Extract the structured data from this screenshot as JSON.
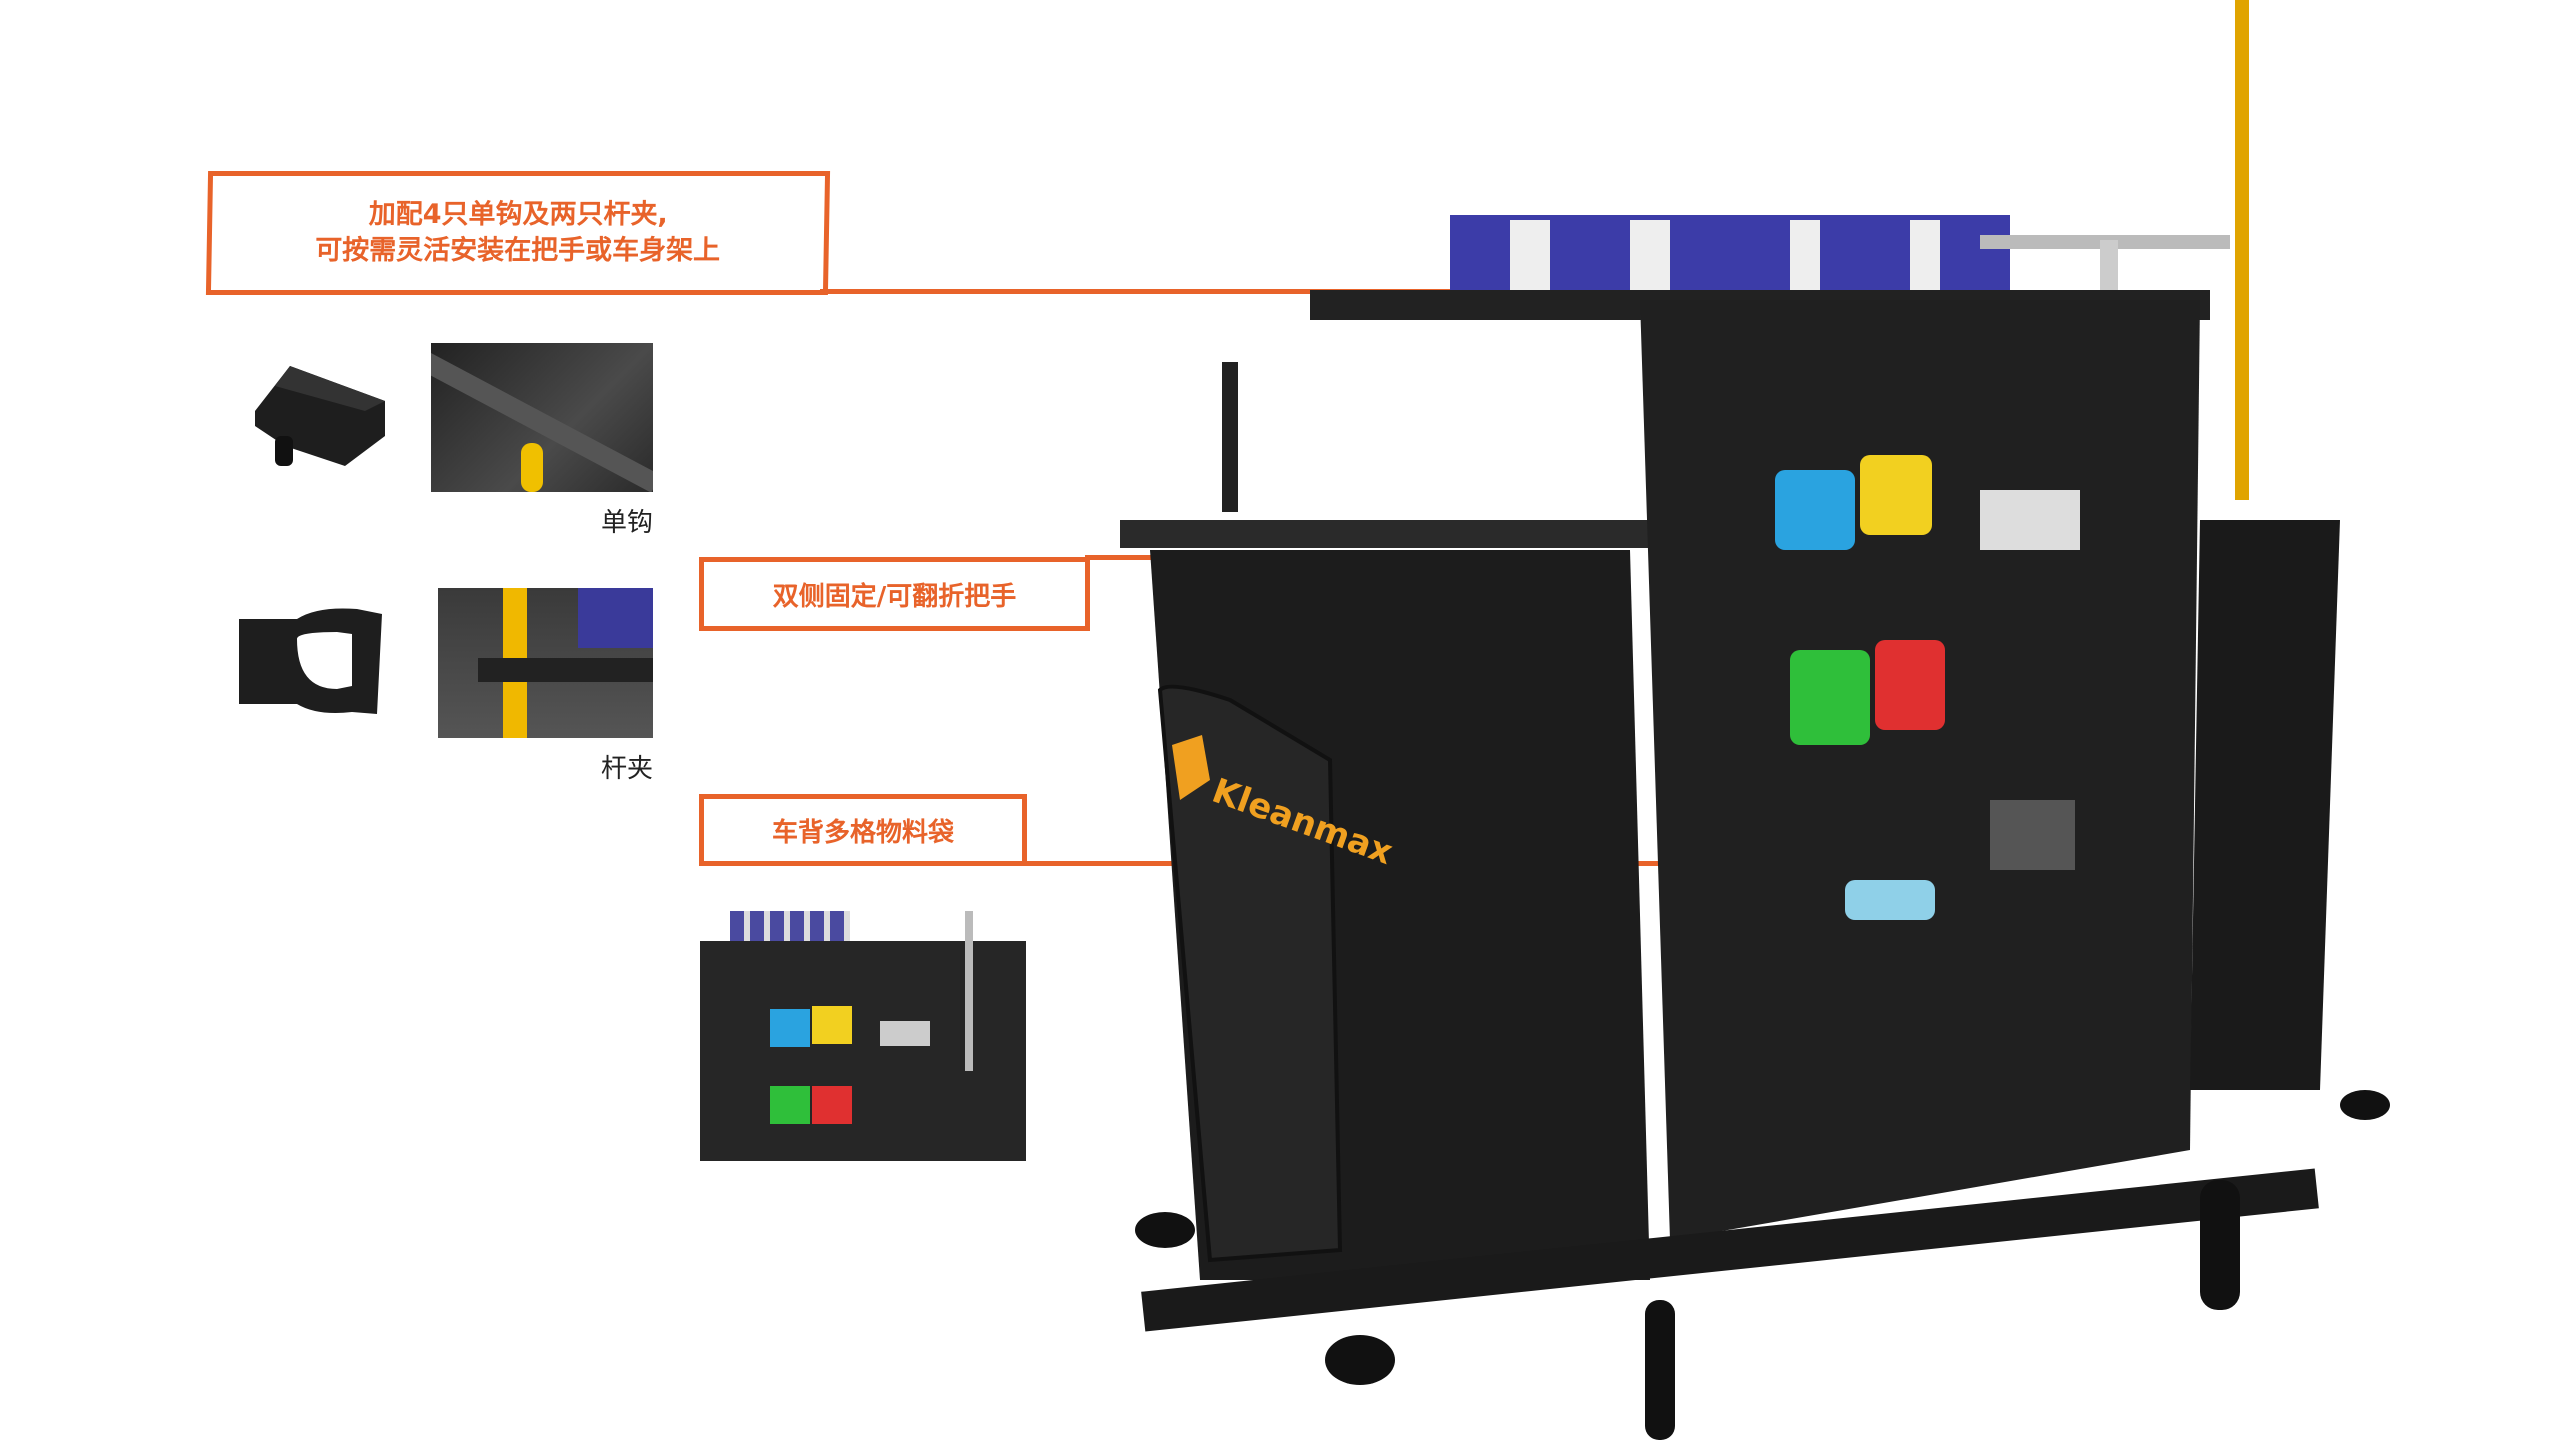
{
  "callouts": {
    "accessories": {
      "line1": "加配4只单钩及两只杆夹,",
      "line2": "可按需灵活安装在把手或车身架上"
    },
    "handle": "双侧固定/可翻折把手",
    "back_pouch": "车背多格物料袋"
  },
  "accessory_labels": {
    "hook": "单钩",
    "clamp": "杆夹"
  },
  "brand": {
    "logo_text": "Kleanmax"
  },
  "colors": {
    "accent": "#e8632a",
    "cart": "#1c1c1c",
    "brand": "#f0a020"
  }
}
